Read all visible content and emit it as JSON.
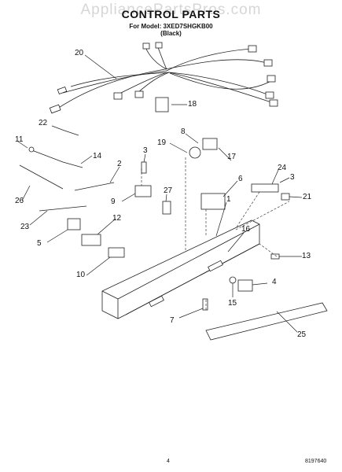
{
  "watermark": "AppliancePartsPros.com",
  "header": {
    "title": "CONTROL PARTS",
    "model_line": "For Model: 3XED7SHGKB00",
    "color_line": "(Black)"
  },
  "callouts": {
    "c20": "20",
    "c18": "18",
    "c22": "22",
    "c8": "8",
    "c19": "19",
    "c17": "17",
    "c11": "11",
    "c14": "14",
    "c3a": "3",
    "c2": "2",
    "c6": "6",
    "c24": "24",
    "c3b": "3",
    "c26": "26",
    "c9": "9",
    "c27": "27",
    "c21": "21",
    "c1": "1",
    "c23": "23",
    "c12": "12",
    "c16": "16",
    "c5": "5",
    "c13": "13",
    "c10": "10",
    "c4": "4",
    "c15": "15",
    "c7": "7",
    "c25": "25"
  },
  "footer": {
    "page_number": "4",
    "document_number": "8197640"
  }
}
